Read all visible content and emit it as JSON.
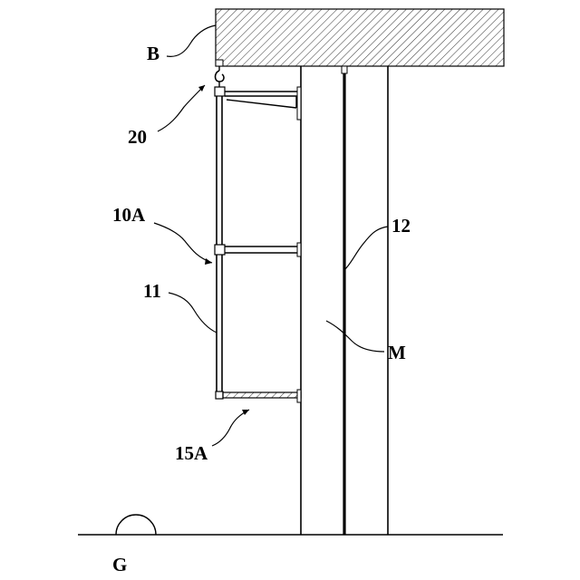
{
  "figure": {
    "labels": {
      "ceiling": "B",
      "hanger": "20",
      "panel_assembly": "10A",
      "panel": "11",
      "cable": "12",
      "post": "M",
      "base_bracket": "15A",
      "ground": "G"
    },
    "colors": {
      "ink": "#000000",
      "background": "#ffffff"
    }
  }
}
